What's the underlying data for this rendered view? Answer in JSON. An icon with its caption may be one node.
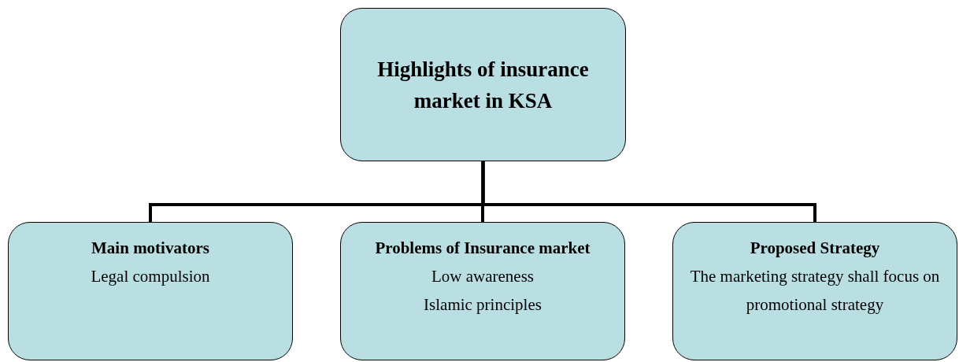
{
  "diagram": {
    "nodes": [
      {
        "text": [
          "Highlights of insurance market in KSA"
        ]
      },
      {
        "text": [
          "Main motivators",
          "Legal compulsion"
        ]
      },
      {
        "text": [
          "Problems of Insurance market",
          "Low awareness",
          "Islamic principles"
        ]
      },
      {
        "text": [
          "Proposed Strategy",
          "The marketing strategy shall focus on promotional strategy"
        ]
      }
    ],
    "edges": [
      {
        "from": 0,
        "to": 1,
        "arrow": "none"
      },
      {
        "from": 0,
        "to": 2,
        "arrow": "none"
      },
      {
        "from": 0,
        "to": 3,
        "arrow": "none"
      }
    ]
  }
}
